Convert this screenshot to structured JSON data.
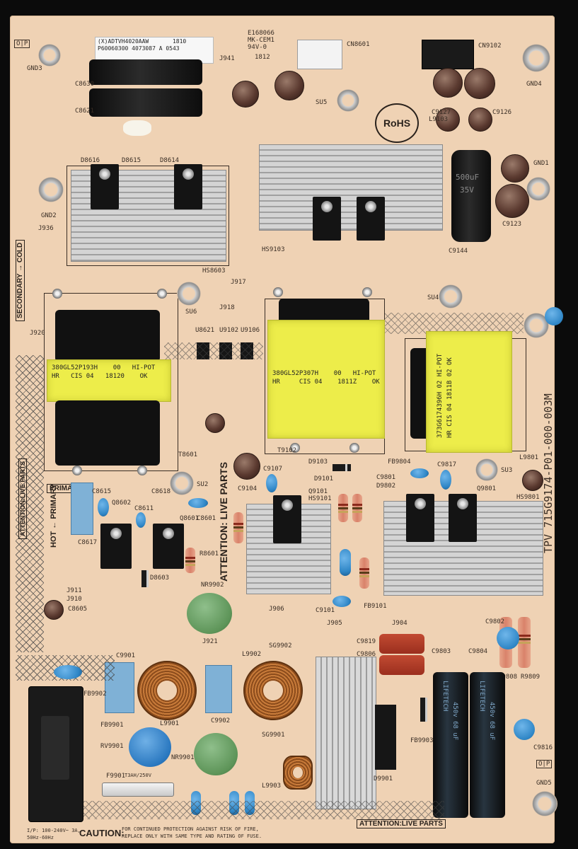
{
  "silkscreen": {
    "cert_code": "E168066",
    "cert_line2": "MK-CEM1",
    "cert_line3": "94V-0",
    "date_code": "1812",
    "cn8601": "CN8601",
    "cn9102": "CN9102",
    "gnd3": "GND3",
    "gnd4": "GND4",
    "gnd1": "GND1",
    "gnd2": "GND2",
    "gnd5": "GND5",
    "j941": "J941",
    "j936": "J936",
    "j920": "J920",
    "j917": "J917",
    "j918": "J918",
    "j911": "J911",
    "j910": "J910",
    "j906": "J906",
    "j905": "J905",
    "j904": "J904",
    "j921": "J921",
    "su5": "SU5",
    "su6": "SU6",
    "su4": "SU4",
    "su2": "SU2",
    "su3": "SU3",
    "hs8603": "HS8603",
    "hs9103": "HS9103",
    "hs9101": "HS9101",
    "d8616": "D8616",
    "d8615": "D8615",
    "d8614": "D8614",
    "c8621": "C8621",
    "c8630": "C8630",
    "c9127": "C9127",
    "c9126": "C9126",
    "c9123": "C9123",
    "c9144": "C9144",
    "l9103": "L9103",
    "u8621": "U8621",
    "u9102": "U9102",
    "u9106": "U9106",
    "t8601": "T8601",
    "t9102": "T9102",
    "l9801": "L9801",
    "fb9804": "FB9804",
    "c9817": "C9817",
    "c9801": "C9801",
    "d9802": "D9802",
    "q9801": "Q9801",
    "hs9801": "HS9801",
    "c9104": "C9104",
    "c9107": "C9107",
    "q9101": "Q9101",
    "d9103": "D9103",
    "d9101": "D9101",
    "c8615": "C8615",
    "c8618": "C8618",
    "q8602": "Q8602",
    "c8611": "C8611",
    "q8601": "Q8601",
    "c8601": "C8601",
    "c8617": "C8617",
    "r8601": "R8601",
    "d8603": "D8603",
    "c8605": "C8605",
    "nr9902": "NR9902",
    "c9101": "C9101",
    "fb9101": "FB9101",
    "c9819": "C9819",
    "c9806": "C9806",
    "c9803": "C9803",
    "c9804": "C9804",
    "c9802": "C9802",
    "r9808": "R9808",
    "r9809": "R9809",
    "c9901": "C9901",
    "l9902": "L9902",
    "sg9902": "SG9902",
    "sg9901": "SG9901",
    "fb9902": "FB9902",
    "l9901": "L9901",
    "c9902": "C9902",
    "fb9901": "FB9901",
    "rv9901": "RV9901",
    "nr9901": "NR9901",
    "f9901": "F9901",
    "fuse_rating": "T3AH/250V",
    "l9903": "L9903",
    "d9901": "D9901",
    "c9816": "C9816",
    "fb9903": "FB9903",
    "secondary_cold": "SECONDARY → COLD",
    "hot_primary": "HOT ← PRIMARY",
    "attention_left": "ATTENTION:LIVE PARTS",
    "attention_center": "ATTENTION: LIVE PARTS",
    "attention_bottom": "ATTENTION:LIVE PARTS",
    "board_model": "TPV  715G9174-P01-000-003M",
    "caution_title": "CAUTION:",
    "caution_text_1": "FOR CONTINUED PROTECTION AGAINST RISK OF FIRE,",
    "caution_text_2": "REPLACE ONLY WITH SAME TYPE AND RATING OF FUSE.",
    "input_rating_1": "I/P: 100-240V~ 3A,",
    "input_rating_2": "50Hz-60Hz",
    "rohs": "RoHS",
    "oip_top": "O|P",
    "oip_bottom": "O|P"
  },
  "barcode_label": {
    "line1": "(X)ADTVH4020AAW",
    "line1_right": "1810",
    "line2": "P60060300 4073087 A 0543"
  },
  "transformers": {
    "t8601_label_1": "380GL52P193H    00   HI-POT",
    "t8601_label_2": "HR   CIS 04   18120    OK",
    "t9102_label_1": "380GL52P307H    00   HI-POT",
    "t9102_label_2": "HR     CIS 04    1811Z    OK",
    "l9801_label_1": "373G6174396H   02   HI-POT",
    "l9801_label_2": "HR  CIS 04  1811B   02   OK"
  },
  "capacitors": {
    "c9144_text_1": "500uF",
    "c9144_text_2": "35V",
    "bulk_cap_text": "450v 68 uF",
    "bulk_cap_brand": "LIFETECH"
  },
  "colors": {
    "pcb": "#efd2b4",
    "heatsink": "#c8c8c8",
    "transformer_tape": "#eded4a",
    "ceramic_cap": "#2f86c6",
    "silkscreen": "#3a2e25"
  }
}
